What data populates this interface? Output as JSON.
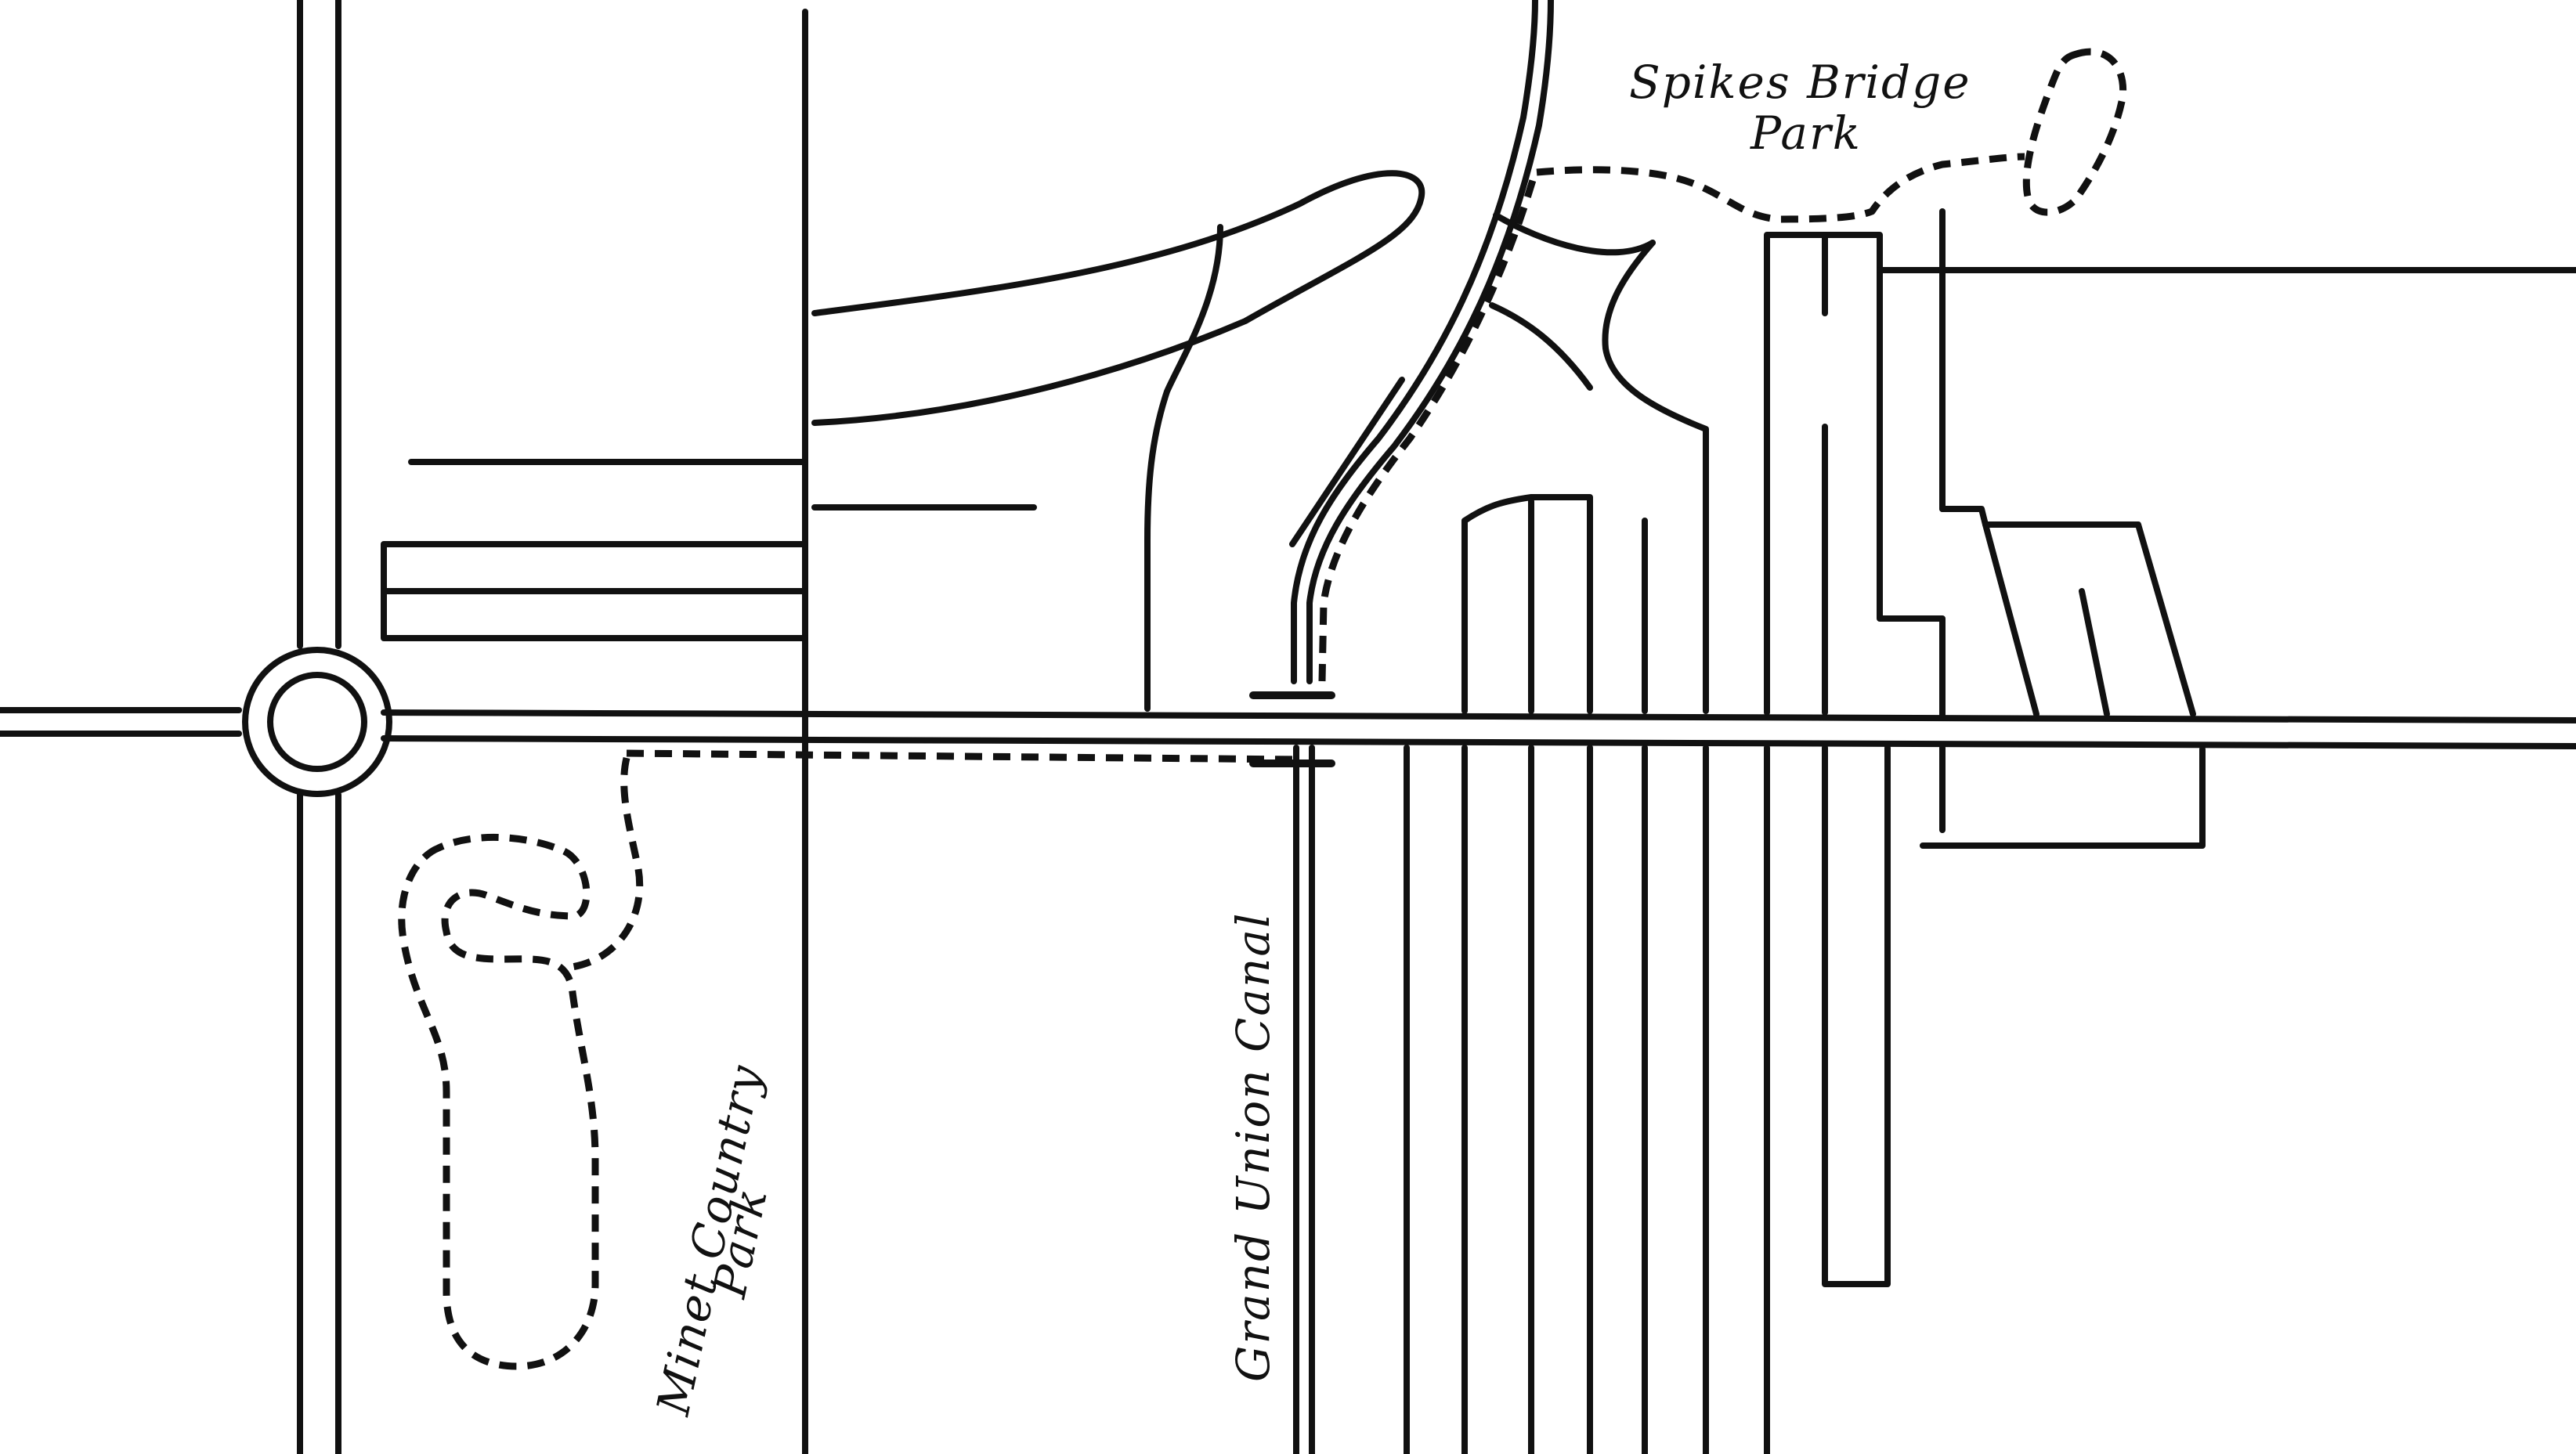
{
  "map": {
    "labels": {
      "spikes_bridge_line1": "Spikes Bridge",
      "spikes_bridge_line2": "Park",
      "minet_line1": "Minet Country",
      "minet_line2": "Park",
      "canal": "Grand Union Canal"
    },
    "colors": {
      "ink": "#111111",
      "background": "#ffffff"
    }
  }
}
